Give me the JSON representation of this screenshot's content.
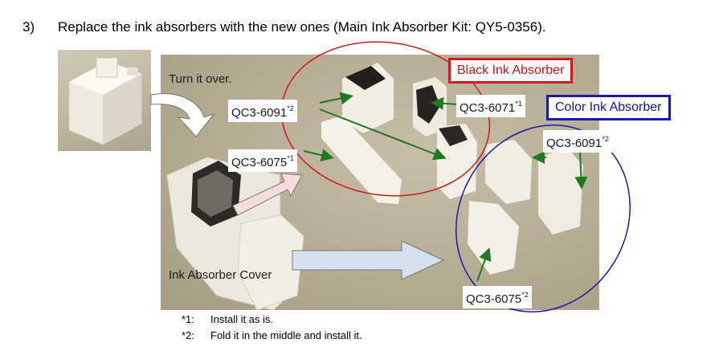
{
  "heading": {
    "number": "3)",
    "text": "Replace the ink absorbers with the new ones (Main Ink Absorber Kit: QY5-0356)."
  },
  "labels": {
    "turn_over": "Turn it over.",
    "black_title": "Black Ink Absorber",
    "color_title": "Color Ink Absorber",
    "ink_cover": "Ink Absorber Cover",
    "qc6091_black": {
      "code": "QC3-6091",
      "mark": "*2"
    },
    "qc6075_black": {
      "code": "QC3-6075",
      "mark": "*1"
    },
    "qc6071_black": {
      "code": "QC3-6071",
      "mark": "*1"
    },
    "qc6091_color": {
      "code": "QC3-6091",
      "mark": "*2"
    },
    "qc6075_color": {
      "code": "QC3-6075",
      "mark": "*2"
    }
  },
  "notes": [
    {
      "key": "*1:",
      "text": "Install it as is."
    },
    {
      "key": "*2:",
      "text": "Fold it in the middle and install it."
    }
  ],
  "colors": {
    "black_accent": "#d11a1a",
    "color_accent": "#1a1aa8",
    "arrow_green": "#1f7a1f"
  }
}
